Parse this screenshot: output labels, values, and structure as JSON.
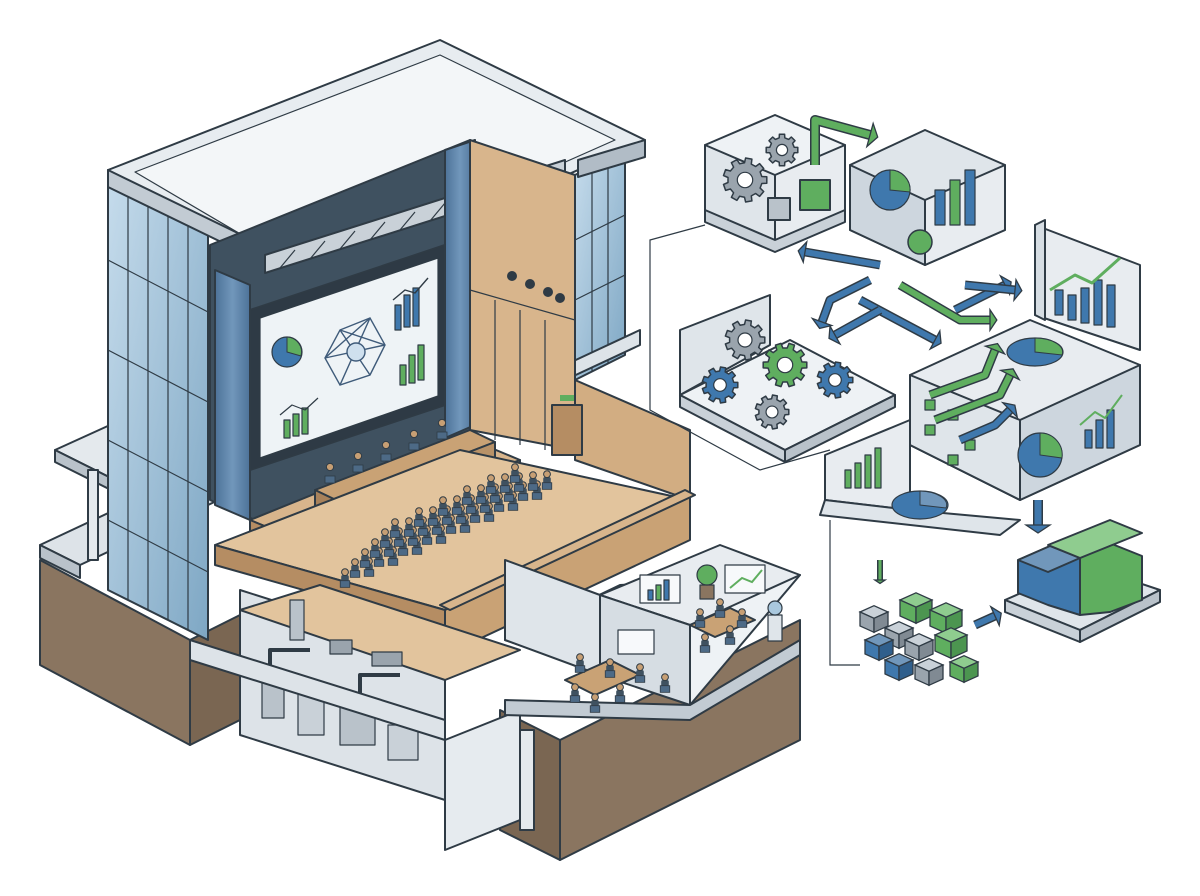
{
  "colors": {
    "outline": "#2f3b45",
    "glass": "#a9c8de",
    "glass_dark": "#6f98b6",
    "concrete": "#dde3e8",
    "concrete_dark": "#b9c2ca",
    "wood": "#d8b58c",
    "wood_dark": "#b58d63",
    "earth": "#8a7560",
    "curtain": "#5b82a6",
    "stage_back": "#3f5160",
    "screen": "#eef3f6",
    "accent_green": "#5fae5f",
    "accent_blue": "#3f78ad",
    "gear_gray": "#9aa4ad",
    "background": "#ffffff"
  },
  "icons": {
    "building": "office-building-cutaway-icon",
    "auditorium": "auditorium-icon",
    "gear": "gear-icon",
    "pie_chart": "pie-chart-icon",
    "bar_chart": "bar-chart-icon",
    "network": "network-graph-icon",
    "cube": "data-cube-icon",
    "arrow": "flow-arrow-icon",
    "person": "audience-member-icon",
    "plant": "potted-plant-icon"
  },
  "diagram": {
    "rows_of_audience": 6,
    "panelists": 5,
    "meeting_rooms": 2,
    "process_modules": [
      "gears",
      "analytics",
      "machinery",
      "dashboard",
      "storage"
    ]
  }
}
